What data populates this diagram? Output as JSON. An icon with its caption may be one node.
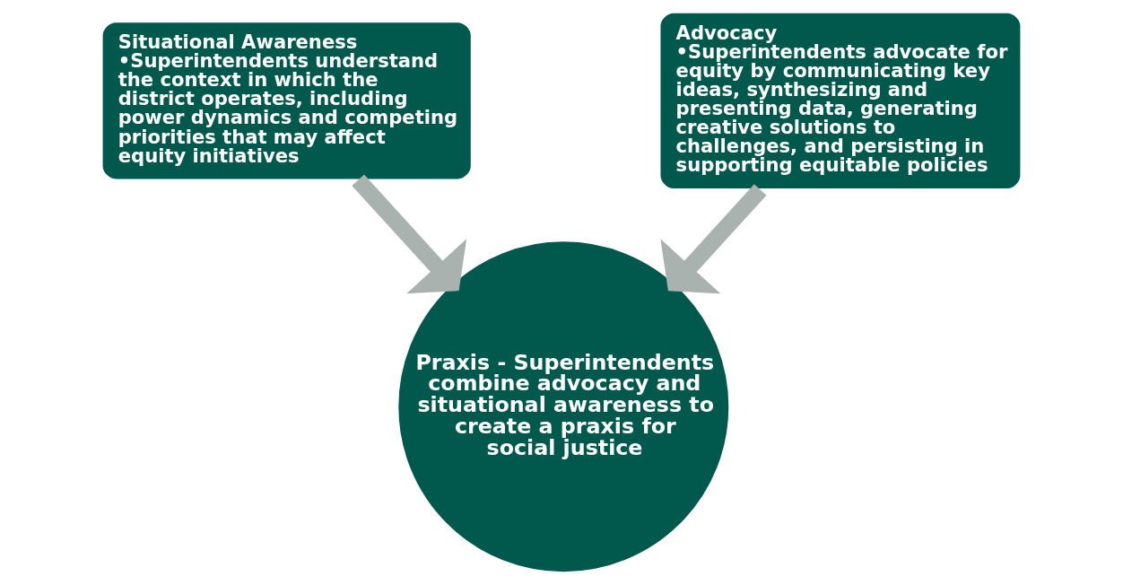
{
  "diagram": {
    "nodes": [
      {
        "text": [
          "Situational Awareness",
          "•Superintendents understand the context in which the district operates, including power dynamics and competing priorities that may affect equity initiatives"
        ]
      },
      {
        "text": [
          "Advocacy",
          "•Superintendents advocate for equity by communicating key ideas, synthesizing and presenting data, generating creative solutions to challenges, and persisting in supporting equitable policies"
        ]
      },
      {
        "text": [
          "Praxis - Superintendents combine advocacy and situational awareness to create a praxis for social justice"
        ]
      }
    ],
    "edges": [
      {
        "from": 0,
        "to": 2,
        "arrow": "to"
      },
      {
        "from": 1,
        "to": 2,
        "arrow": "to"
      }
    ]
  }
}
